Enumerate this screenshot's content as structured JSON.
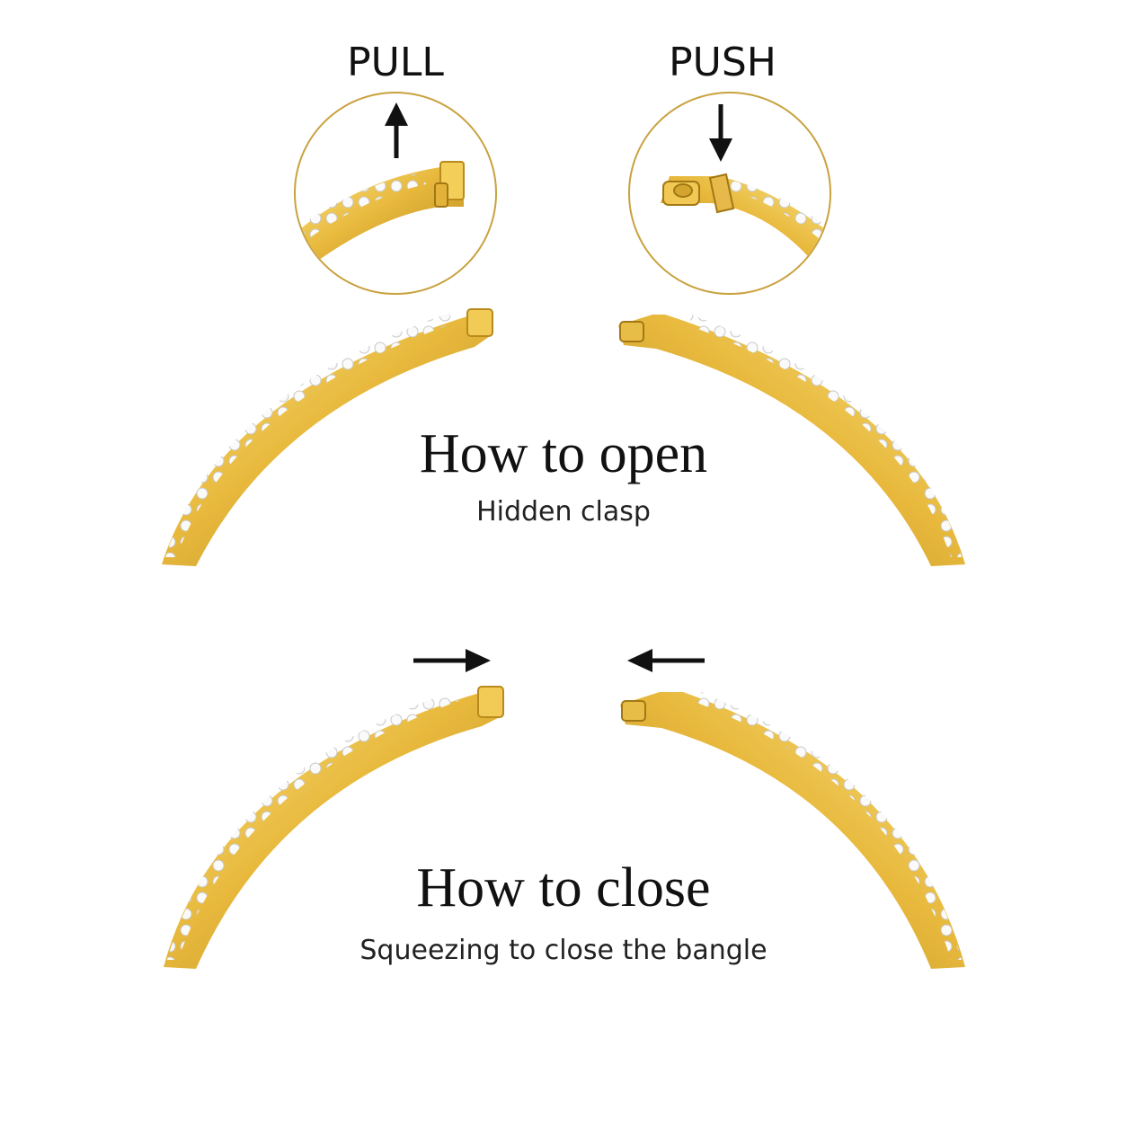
{
  "labels": {
    "pull": "PULL",
    "push": "PUSH"
  },
  "open": {
    "title": "How to open",
    "subtitle": "Hidden clasp"
  },
  "close": {
    "title": "How to close",
    "subtitle": "Squeezing to close the bangle"
  },
  "colors": {
    "gold_light": "#f6d766",
    "gold": "#e2b23a",
    "gold_dark": "#b98a1c",
    "circle_stroke": "#c9a23f",
    "arrow": "#111111"
  },
  "icons": {
    "pull_arrow": "arrow-up-icon",
    "push_arrow": "arrow-down-icon",
    "close_left_arrow": "arrow-right-icon",
    "close_right_arrow": "arrow-left-icon"
  }
}
